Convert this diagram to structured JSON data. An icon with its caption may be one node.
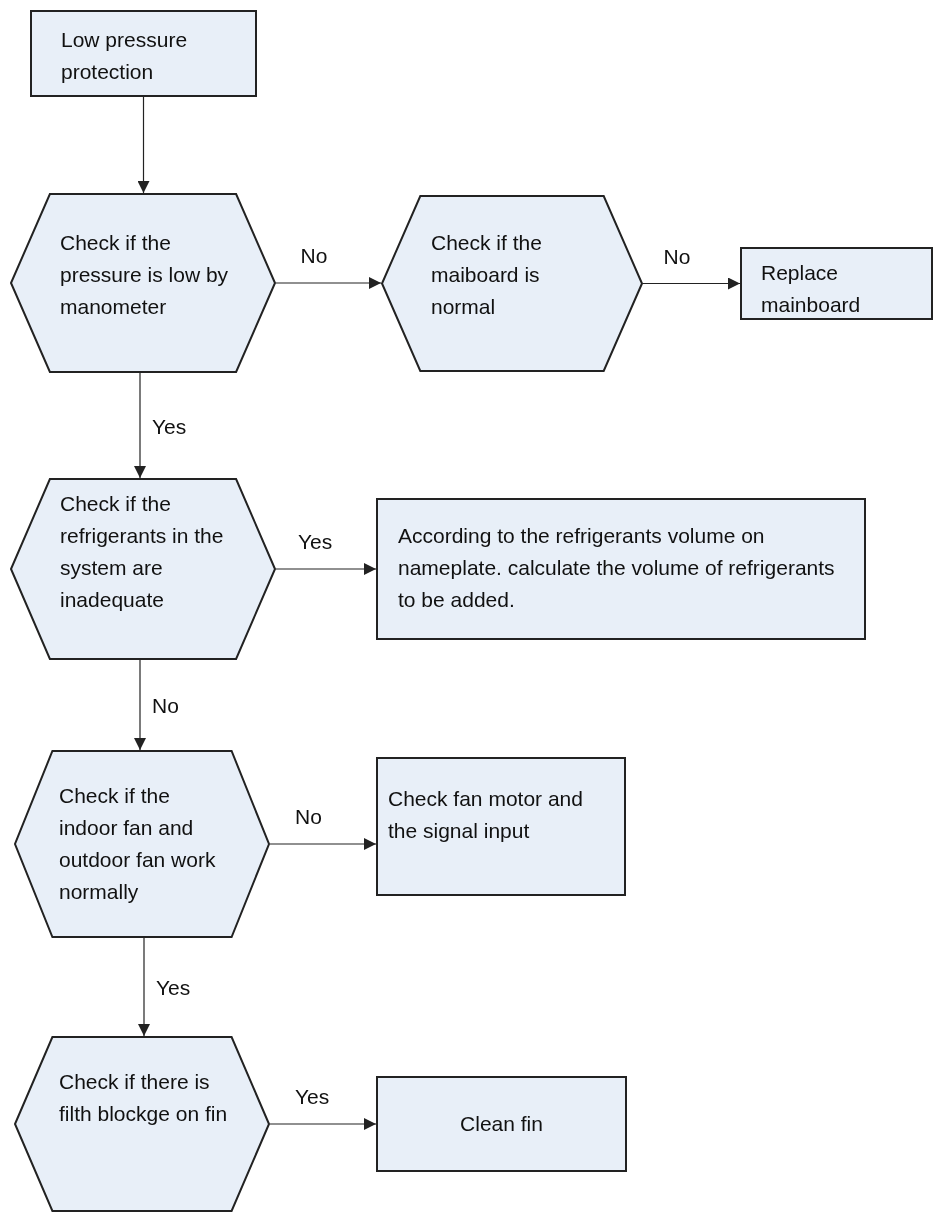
{
  "diagram": {
    "nodes": [
      {
        "text": [
          "Low pressure protection"
        ]
      },
      {
        "text": [
          "Check if the pressure is low by manometer"
        ]
      },
      {
        "text": [
          "Check if the maiboard is normal"
        ]
      },
      {
        "text": [
          "Replace mainboard"
        ]
      },
      {
        "text": [
          "Check if the refrigerants in the system are inadequate"
        ]
      },
      {
        "text": [
          "According to the refrigerants volume on nameplate. calculate the volume of refrigerants to be added."
        ]
      },
      {
        "text": [
          "Check if the indoor fan and outdoor fan work normally"
        ]
      },
      {
        "text": [
          "Check fan motor and the signal input"
        ]
      },
      {
        "text": [
          "Check if there is filth blockge on fin"
        ]
      },
      {
        "text": [
          "Clean fin"
        ]
      }
    ],
    "edges": [
      {
        "from": 0,
        "to": 1,
        "arrow": "to"
      },
      {
        "from": 1,
        "to": 2,
        "arrow": "to",
        "label": "No"
      },
      {
        "from": 2,
        "to": 3,
        "arrow": "to",
        "label": "No"
      },
      {
        "from": 1,
        "to": 4,
        "arrow": "to",
        "label": "Yes"
      },
      {
        "from": 4,
        "to": 5,
        "arrow": "to",
        "label": "Yes"
      },
      {
        "from": 4,
        "to": 6,
        "arrow": "to",
        "label": "No"
      },
      {
        "from": 6,
        "to": 7,
        "arrow": "to",
        "label": "No"
      },
      {
        "from": 6,
        "to": 8,
        "arrow": "to",
        "label": "Yes"
      },
      {
        "from": 8,
        "to": 9,
        "arrow": "to",
        "label": "Yes"
      }
    ]
  }
}
